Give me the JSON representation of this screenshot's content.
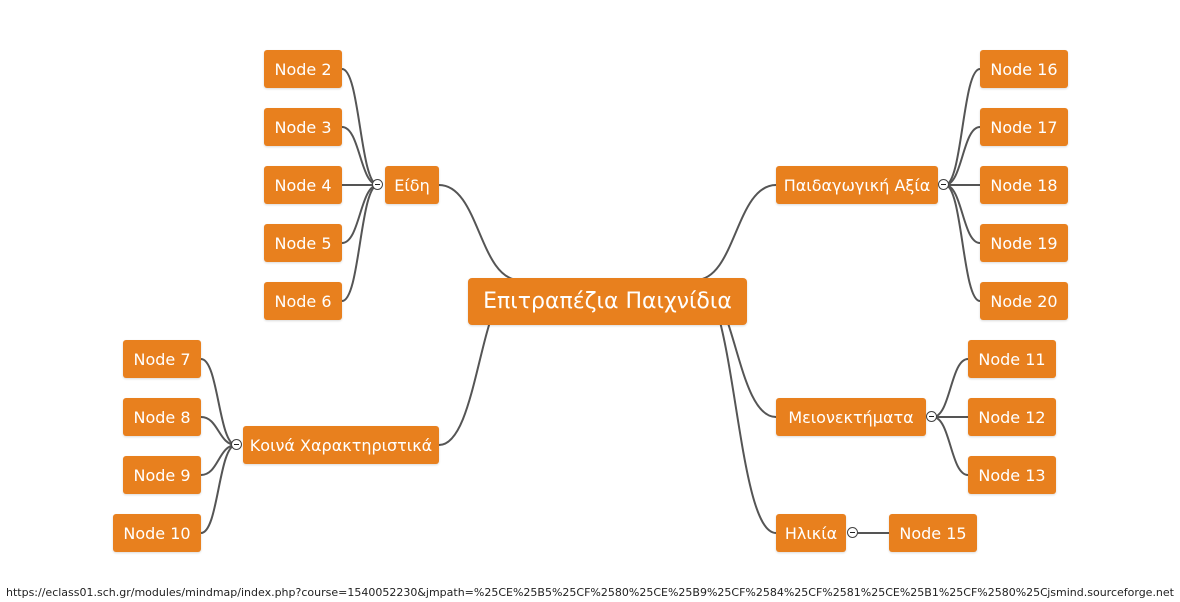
{
  "mindmap": {
    "root": "Επιτραπέζια Παιχνίδια",
    "branches": {
      "eidi": "Είδη",
      "koina": "Κοινά Χαρακτηριστικά",
      "paidagogiki": "Παιδαγωγική Αξία",
      "meionektimata": "Μειονεκτήματα",
      "ilikia": "Ηλικία"
    },
    "leaves": {
      "n2": "Node 2",
      "n3": "Node 3",
      "n4": "Node 4",
      "n5": "Node 5",
      "n6": "Node 6",
      "n7": "Node 7",
      "n8": "Node 8",
      "n9": "Node 9",
      "n10": "Node 10",
      "n11": "Node 11",
      "n12": "Node 12",
      "n13": "Node 13",
      "n15": "Node 15",
      "n16": "Node 16",
      "n17": "Node 17",
      "n18": "Node 18",
      "n19": "Node 19",
      "n20": "Node 20"
    }
  },
  "colors": {
    "node": "#e8801e",
    "connector": "#555555"
  },
  "status": {
    "url": "https://eclass01.sch.gr/modules/mindmap/index.php?course=1540052230&jmpath=%25CE%25B5%25CF%2580%25CE%25B9%25CF%2584%25CF%2581%25CE%25B1%25CF%2580%25CE%25AD%25CE%25B6%25CE%25B9%25CE%25B1",
    "right": "jsmind.sourceforge.net"
  }
}
